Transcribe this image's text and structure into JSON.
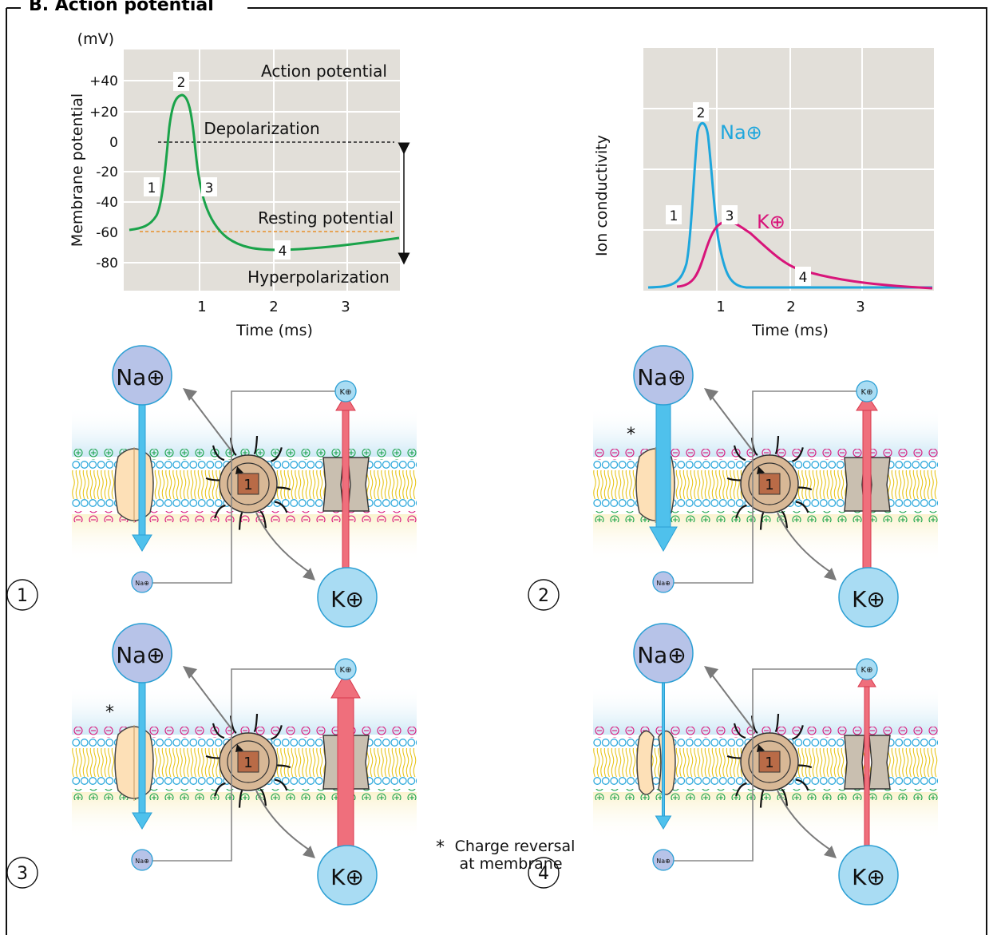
{
  "title": "B. Action potential",
  "left_graph": {
    "unit": "(mV)",
    "ylabel": "Membrane potential",
    "xlabel": "Time (ms)",
    "yticks": [
      "+40",
      "+20",
      "0",
      "-20",
      "-40",
      "-60",
      "-80"
    ],
    "xticks": [
      "1",
      "2",
      "3"
    ],
    "annotations": {
      "action": "Action potential",
      "depol": "Depolarization",
      "resting": "Resting potential",
      "hyper": "Hyperpolarization"
    },
    "points": [
      "1",
      "2",
      "3",
      "4"
    ],
    "colors": {
      "curve": "#1aa34a",
      "resting": "#e8912a",
      "zero": "#222222",
      "panel": "#e2dfd9"
    }
  },
  "right_graph": {
    "ylabel": "Ion conductivity",
    "xlabel": "Time (ms)",
    "xticks": [
      "1",
      "2",
      "3"
    ],
    "na_label": "Na⊕",
    "k_label": "K⊕",
    "points": [
      "1",
      "2",
      "3",
      "4"
    ],
    "colors": {
      "na": "#1ea6dc",
      "k": "#d8157a"
    }
  },
  "panels": [
    {
      "step": "1",
      "na": "Na⊕",
      "na_small": "Na⊕",
      "k": "K⊕",
      "k_small": "K⊕",
      "pump": "1"
    },
    {
      "step": "2",
      "na": "Na⊕",
      "na_small": "Na⊕",
      "k": "K⊕",
      "k_small": "K⊕",
      "pump": "1"
    },
    {
      "step": "3",
      "na": "Na⊕",
      "na_small": "Na⊕",
      "k": "K⊕",
      "k_small": "K⊕",
      "pump": "1"
    },
    {
      "step": "4",
      "na": "Na⊕",
      "na_small": "Na⊕",
      "k": "K⊕",
      "k_small": "K⊕",
      "pump": "1"
    }
  ],
  "footnote": {
    "star": "*",
    "line1": "Charge reversal",
    "line2": "at membrane"
  }
}
